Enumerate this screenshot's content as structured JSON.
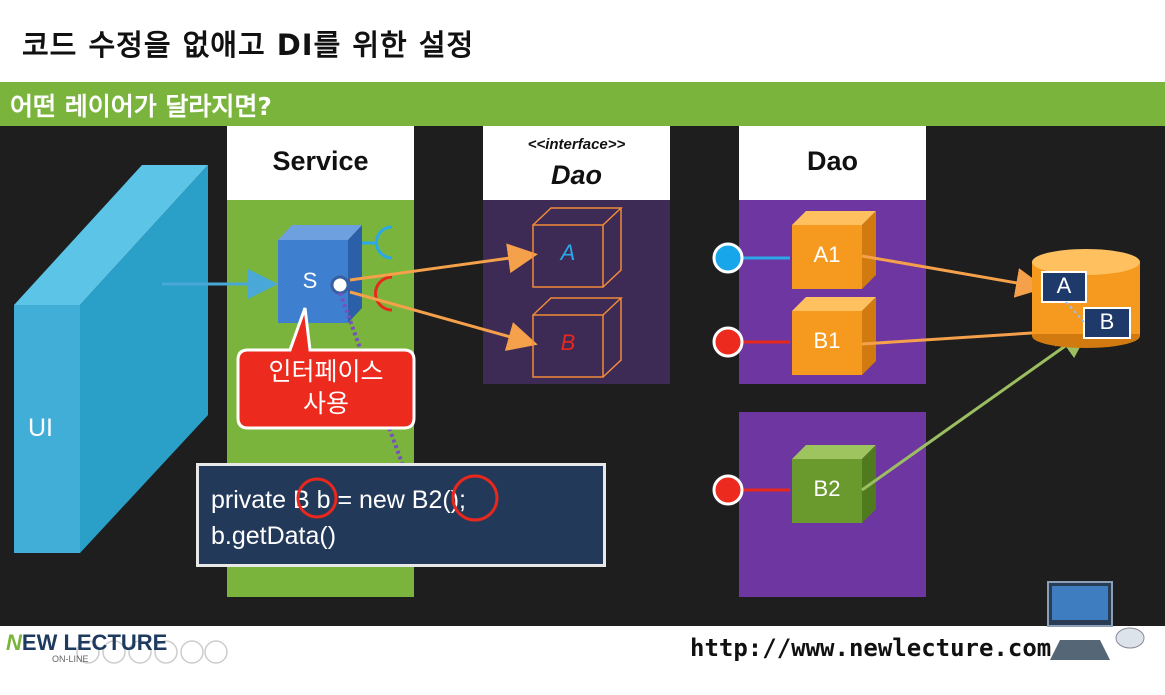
{
  "title": "코드 수정을 없애고 DI를 위한 설정",
  "subtitle": "어떤 레이어가 달라지면?",
  "columns": {
    "service": "Service",
    "interface_stereotype": "<<interface>>",
    "interface_name": "Dao",
    "dao": "Dao"
  },
  "ui_label": "UI",
  "service_cube_label": "S",
  "interface_boxes": [
    "A",
    "B"
  ],
  "dao_cubes": [
    "A1",
    "B1",
    "B2"
  ],
  "db_tables": [
    "A",
    "B"
  ],
  "callout": {
    "line1": "인터페이스",
    "line2": "사용"
  },
  "code": {
    "line1": "private B b = new B2();",
    "line2": "b.getData()"
  },
  "footer": {
    "logo_initial": "N",
    "logo_text": "EW LECTURE",
    "logo_sub": "ON-LINE",
    "url": "http://www.newlecture.com"
  },
  "colors": {
    "green_bar": "#7ab43d",
    "service_column": "#7ab43d",
    "interface_column": "#3d2a55",
    "dao_column": "#6e36a0",
    "arrow_orange": "#f5a04a",
    "arrow_green": "#9bbf60",
    "callout_red": "#ec2a1e",
    "cube_blue": "#3f7fd0",
    "cube_orange": "#f59a1e",
    "cube_green": "#6a9a2e",
    "code_bg": "#23395a"
  }
}
